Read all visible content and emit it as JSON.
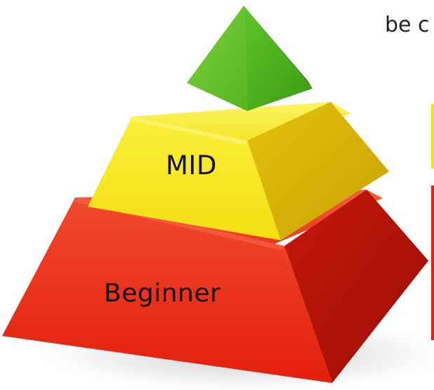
{
  "pyramid": {
    "tiers": [
      {
        "name": "top",
        "label": "",
        "color": "#56b81d"
      },
      {
        "name": "mid",
        "label": "MID",
        "color": "#f2e218"
      },
      {
        "name": "base",
        "label": "Beginner",
        "color": "#ea2a12"
      }
    ]
  },
  "partial_text": "be c",
  "side_bars": {
    "yellow": "#f1e40f",
    "red": "#e5200e"
  }
}
